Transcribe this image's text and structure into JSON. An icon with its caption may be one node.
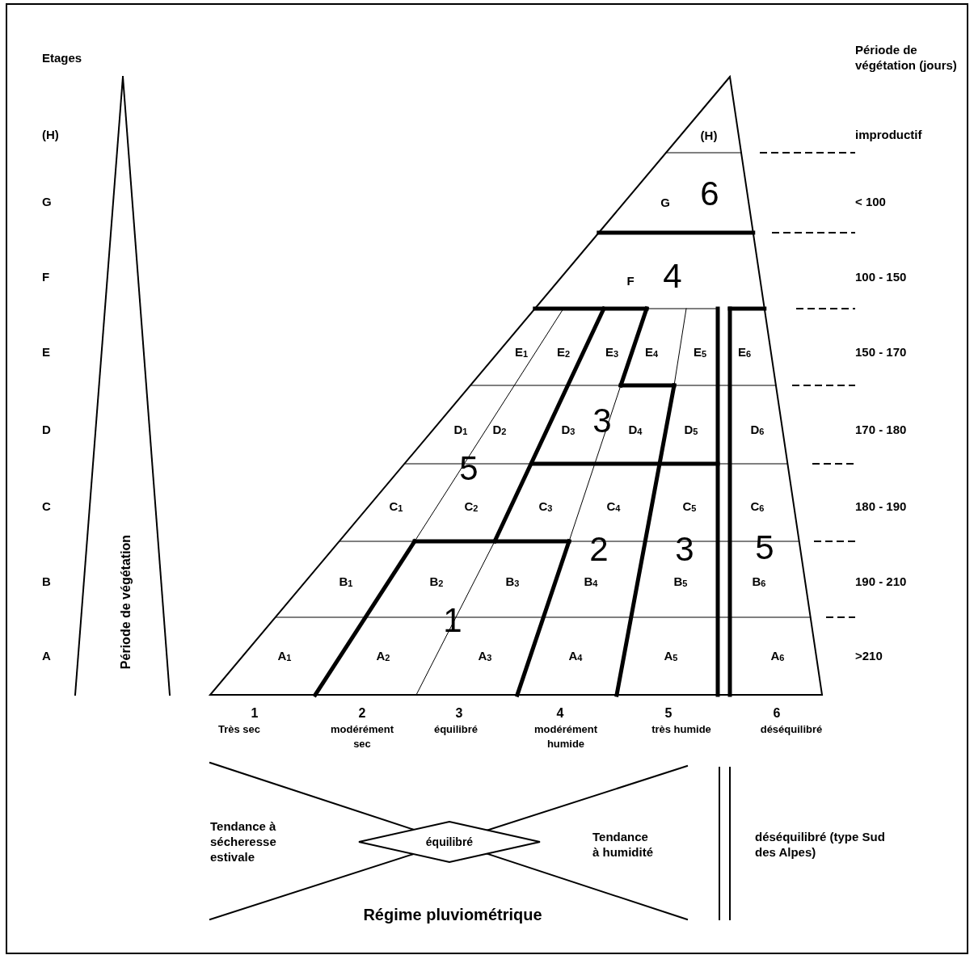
{
  "diagram": {
    "nodes": [
      {
        "text": [
          "équilibré"
        ]
      }
    ],
    "labels": [
      "Etages",
      "Période de végétation (jours)",
      "(H)",
      "(H)",
      "improductif",
      "G",
      "G",
      "6",
      "< 100",
      "F",
      "F",
      "4",
      "100 - 150",
      "E",
      "E$_{1}$",
      "E$_{2}$",
      "E$_{3}$",
      "E$_{4}$",
      "E$_{5}$",
      "E$_{6}$",
      "150 - 170",
      "D",
      "D$_{1}$",
      "D$_{2}$",
      "D$_{3}$",
      "3",
      "D$_{4}$",
      "D$_{5}$",
      "D$_{6}$",
      "170 - 180",
      "5",
      "C",
      "C$_{1}$",
      "C$_{2}$",
      "C$_{3}$",
      "C$_{4}$",
      "C$_{5}$",
      "C$_{6}$",
      "180 - 190",
      "2",
      "3",
      "5",
      "B",
      "B$_{1}$",
      "B$_{2}$",
      "B$_{3}$",
      "B$_{4}$",
      "B$_{5}$",
      "B$_{6}$",
      "190 - 210",
      "1",
      "A",
      "A$_{1}$",
      "A$_{2}$",
      "A$_{3}$",
      "A$_{4}$",
      "A$_{5}$",
      "A$_{6}$",
      ">210",
      "Période de végétation",
      "1",
      "Très sec",
      "2",
      "modérément sec",
      "3",
      "équilibré",
      "4",
      "modérément humide",
      "5",
      "très humide",
      "6",
      "déséquilibré",
      "Tendance à sécheresse estivale",
      "Tendance à humidité",
      "déséquilibré (type Sud des Alpes)",
      "Régime pluviométrique"
    ]
  }
}
